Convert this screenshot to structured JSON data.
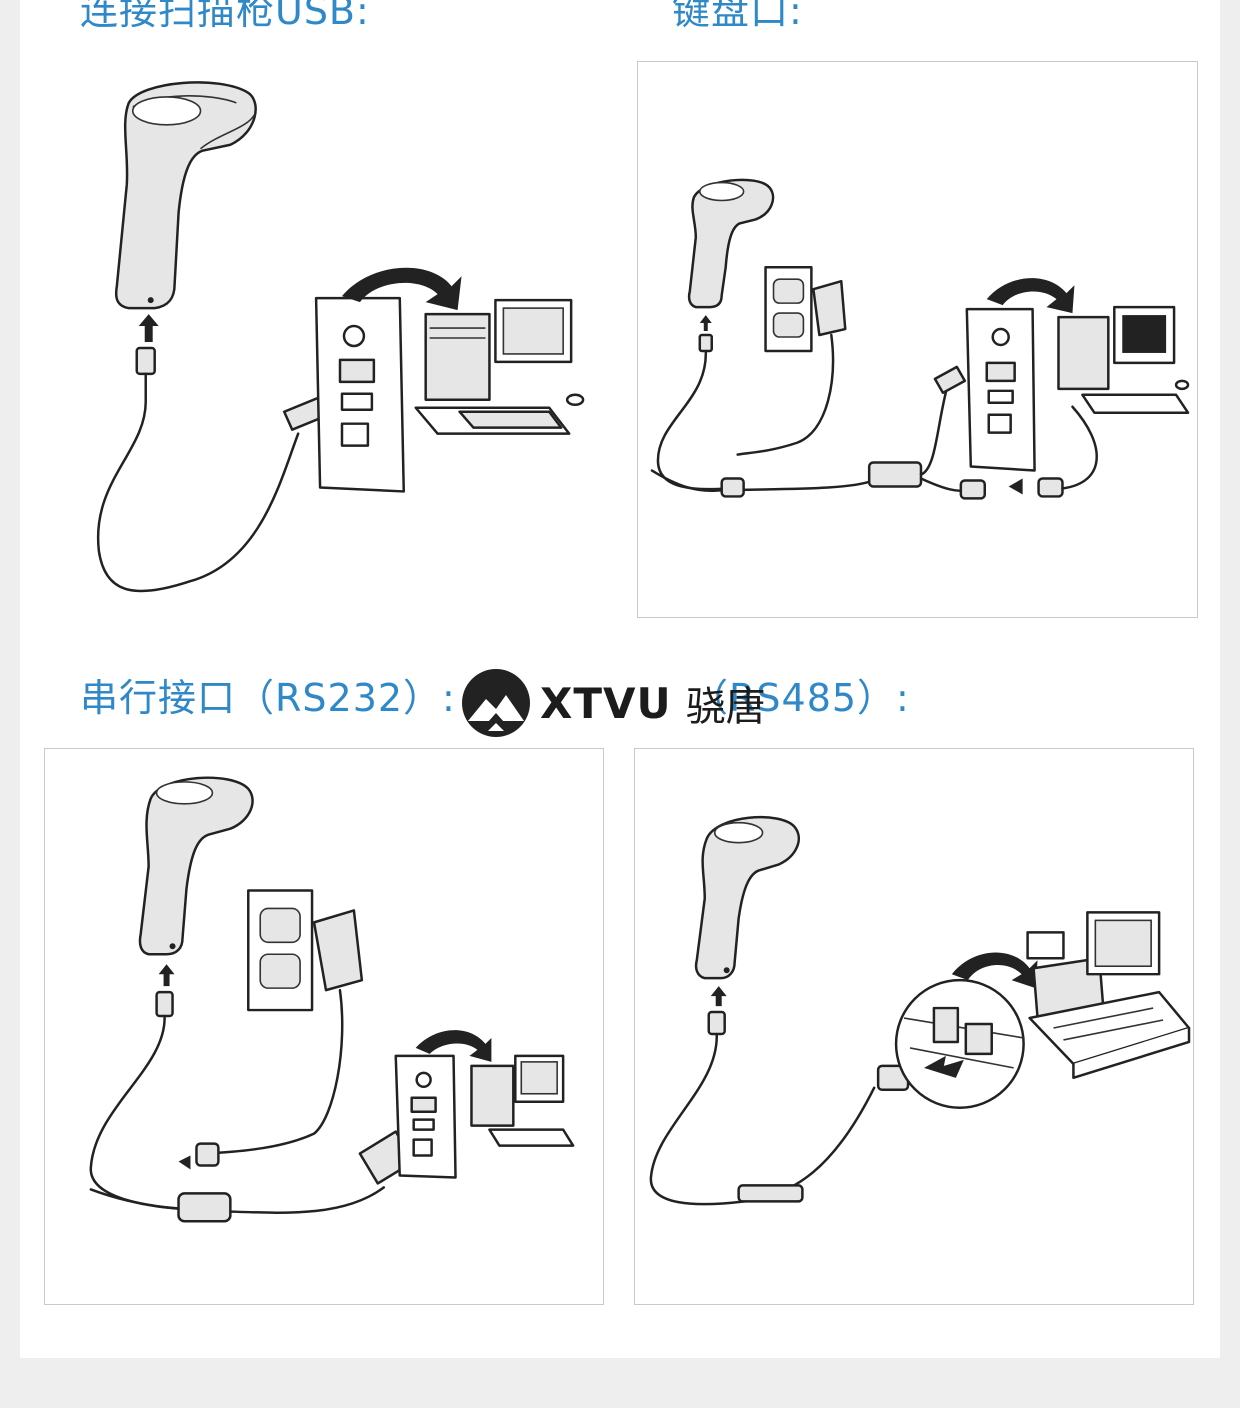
{
  "headings": {
    "usb": "连接扫描枪USB:",
    "keyboard": "键盘口:",
    "rs232": "串行接口（RS232）:",
    "rs485": "（RS485）:"
  },
  "watermark": {
    "brand": "XTVU",
    "brand_cn": "骁唐"
  },
  "colors": {
    "heading": "#2f88c8",
    "page_bg": "#eeeeef",
    "sheet_bg": "#ffffff",
    "panel_border": "#c9c9c9"
  },
  "panels": [
    {
      "id": "usb",
      "icon": "barcode-scanner-usb-connection-illustration"
    },
    {
      "id": "keyboard",
      "icon": "barcode-scanner-keyboard-wedge-illustration"
    },
    {
      "id": "rs232",
      "icon": "barcode-scanner-rs232-connection-illustration"
    },
    {
      "id": "rs485",
      "icon": "barcode-scanner-rs485-pos-illustration"
    }
  ]
}
